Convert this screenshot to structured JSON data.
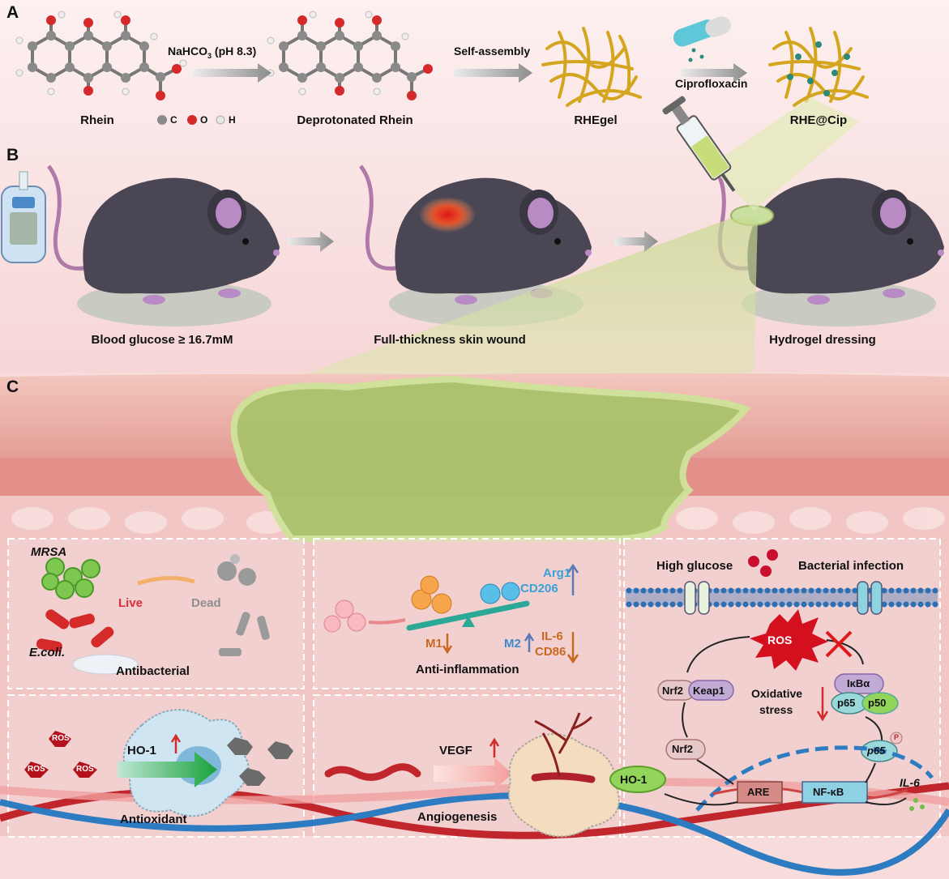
{
  "panels": {
    "a": "A",
    "b": "B",
    "c": "C"
  },
  "panelA": {
    "rhein": "Rhein",
    "reagent_name": "NaHCO",
    "reagent_sub": "3",
    "reagent_cond": " (pH 8.3)",
    "deprotonated": "Deprotonated Rhein",
    "self_assembly": "Self-assembly",
    "rhegel": "RHEgel",
    "ciprofloxacin": "Ciprofloxacin",
    "rhe_cip": "RHE@Cip",
    "legend": {
      "c": "C",
      "o": "O",
      "h": "H"
    },
    "colors": {
      "carbon": "#8a8a8a",
      "oxygen": "#d42a2a",
      "hydrogen": "#e8e8e8",
      "gel": "#d4a620"
    }
  },
  "panelB": {
    "glucose": "Blood glucose ≥ 16.7mM",
    "wound": "Full-thickness skin wound",
    "dressing": "Hydrogel dressing",
    "colors": {
      "mouse": "#4a4654",
      "ear": "#b88bc4",
      "hydrogel": "#c9dfa0"
    }
  },
  "panelC": {
    "antibacterial": {
      "mrsa": "MRSA",
      "ecoli": "E.coli.",
      "live": "Live",
      "dead": "Dead",
      "title": "Antibacterial"
    },
    "inflammation": {
      "arg1": "Arg1",
      "cd206": "CD206",
      "m1": "M1",
      "m2": "M2",
      "il6": "IL-6",
      "cd86": "CD86",
      "title": "Anti-inflammation"
    },
    "antioxidant": {
      "ros": "ROS",
      "ho1": "HO-1",
      "title": "Antioxidant"
    },
    "angiogenesis": {
      "vegf": "VEGF",
      "title": "Angiogenesis",
      "ho1": "HO-1"
    },
    "signaling": {
      "high_glucose": "High glucose",
      "bacterial": "Bacterial infection",
      "ros": "ROS",
      "nrf2": "Nrf2",
      "keap1": "Keap1",
      "ikba": "IκBα",
      "p65": "p65",
      "p50": "p50",
      "oxidative": "Oxidative",
      "stress": "stress",
      "p": "P",
      "are": "ARE",
      "nfkb": "NF-κB",
      "il6": "IL-6"
    },
    "colors": {
      "skin": "#e89a93",
      "ros": "#c8102e",
      "gel_green": "#9bc25a",
      "vessel_red": "#c0262c",
      "vessel_blue": "#2d7bc0"
    }
  }
}
